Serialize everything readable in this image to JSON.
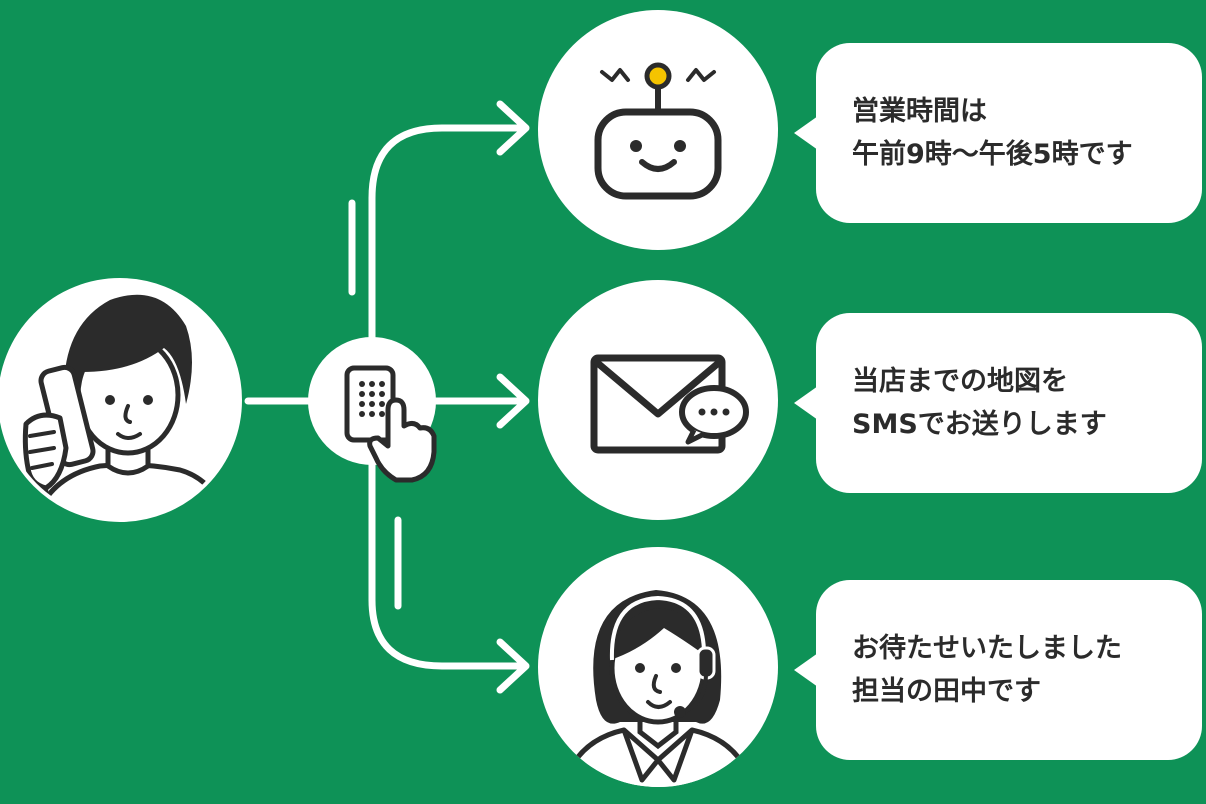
{
  "colors": {
    "background": "#0e9257",
    "circle": "#ffffff",
    "line": "#ffffff",
    "ink": "#2b2b2b",
    "antenna": "#f5c400"
  },
  "icons": {
    "caller": "person-on-phone-icon",
    "phone": "smartphone-tap-icon",
    "bot": "robot-icon",
    "mail": "envelope-chat-icon",
    "operator": "headset-operator-icon"
  },
  "bubbles": [
    {
      "line1": "営業時間は",
      "line2": "午前9時〜午後5時です"
    },
    {
      "line1": "当店までの地図を",
      "line2": "SMSでお送りします"
    },
    {
      "line1": "お待たせいたしました",
      "line2": "担当の田中です"
    }
  ]
}
